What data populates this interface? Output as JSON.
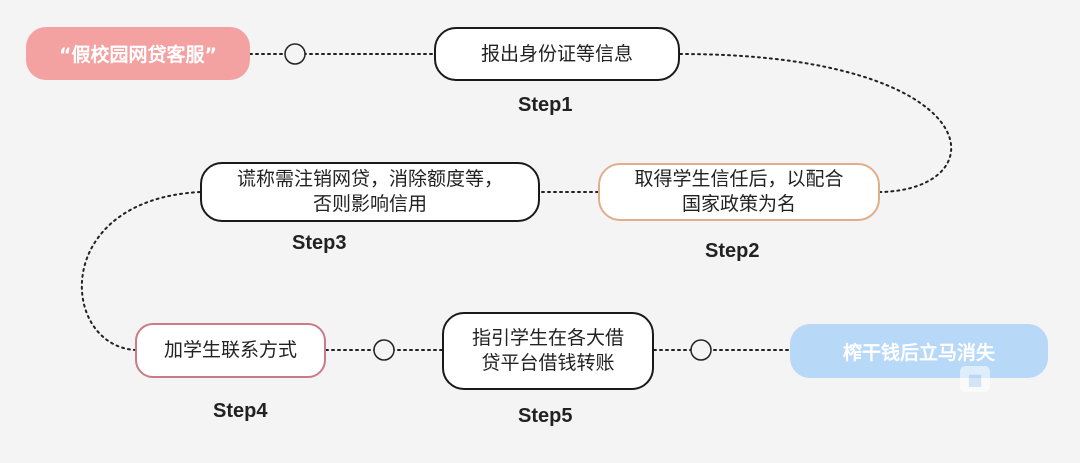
{
  "title": {
    "text": "“假校园网贷客服”",
    "color": "#f4a1a2"
  },
  "steps": [
    {
      "label": "报出身份证等信息",
      "step": "Step1",
      "border": "#1a1a1a"
    },
    {
      "line1": "取得学生信任后，以配合",
      "line2": "国家政策为名",
      "step": "Step2",
      "border": "#e3ad8a"
    },
    {
      "line1": "谎称需注销网贷，消除额度等，",
      "line2": "否则影响信用",
      "step": "Step3",
      "border": "#1a1a1a"
    },
    {
      "label": "加学生联系方式",
      "step": "Step4",
      "border": "#c97b87"
    },
    {
      "line1": "指引学生在各大借",
      "line2": "贷平台借钱转账",
      "step": "Step5",
      "border": "#1a1a1a"
    }
  ],
  "end": {
    "text": "榨干钱后立马消失",
    "color": "#b8d8f7"
  },
  "watermark": {
    "text": ""
  },
  "icons": {
    "connector": "open-circle-icon"
  }
}
